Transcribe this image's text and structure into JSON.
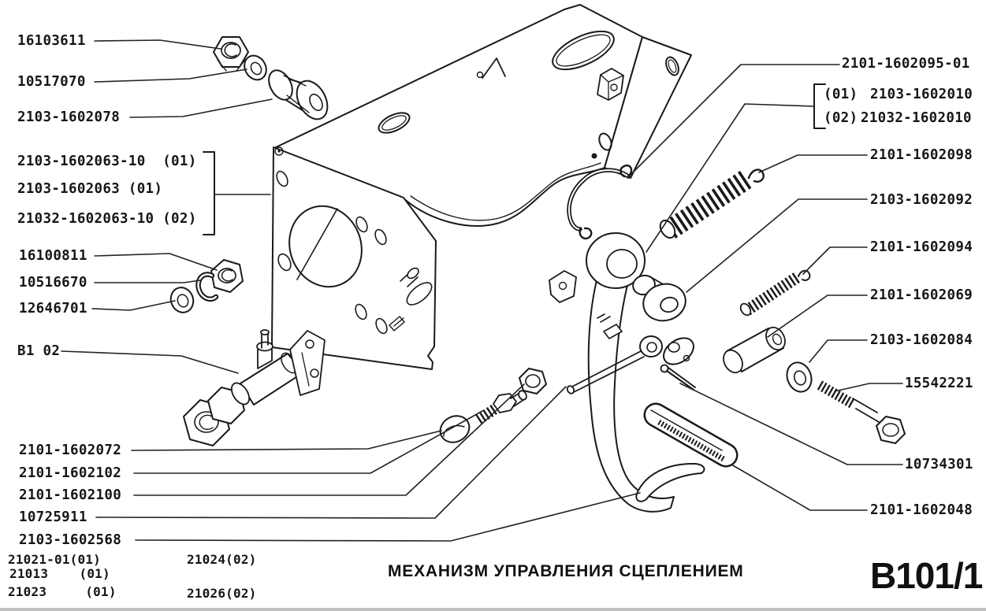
{
  "document": {
    "title": "МЕХАНИЗМ УПРАВЛЕНИЯ СЦЕПЛЕНИЕМ",
    "sheet_code": "B101/1",
    "ink_color": "#1a1a1a",
    "paper_color": "#ffffff"
  },
  "callouts": {
    "nut_upper": "16103611",
    "washer_upper": "10517070",
    "roller": "2103-1602078",
    "bracket_variant_1": "2103-1602063-10  (01)",
    "bracket_variant_2": "2103-1602063 (01)",
    "bracket_variant_3": "21032-1602063-10 (02)",
    "nut_lower": "16100811",
    "lockwasher": "10516670",
    "washer_lower": "12646701",
    "cylinder_ref": "B1 02",
    "cap": "2101-1602072",
    "adjust_bolt": "2101-1602102",
    "lock_nut": "2101-1602100",
    "pushrod": "10725911",
    "pedal_cover": "2103-1602568",
    "servo_spring": "2101-1602095-01",
    "pedal_tag_01": "(01)",
    "pedal_variant_01": "2103-1602010",
    "pedal_tag_02": "(02)",
    "pedal_variant_02": "21032-1602010",
    "return_spring": "2101-1602098",
    "pedal_bushing": "2103-1602092",
    "small_spring": "2101-1602094",
    "spacer_tube": "2101-1602069",
    "bolt_washer": "2103-1602084",
    "pedal_bolt": "15542221",
    "cotter_pin": "10734301",
    "pedal_pad": "2101-1602048"
  },
  "footnotes": {
    "r1c1": "21021-01(01)",
    "r2c1": "21013    (01)",
    "r3c1": "21023     (01)",
    "r1c2": "21024(02)",
    "r3c2": "21026(02)"
  }
}
